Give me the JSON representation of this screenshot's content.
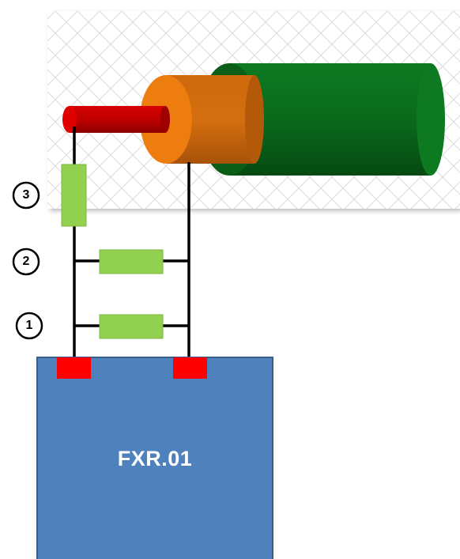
{
  "device": {
    "label": "FXR.01",
    "color": "#4f81bd"
  },
  "cable": {
    "jacket_color": "#0b6b1c",
    "shield_color": "#e87a0c",
    "conductor_color": "#c40000"
  },
  "resistor_color": "#92d050",
  "terminal_color": "#ff0000",
  "resistors": [
    {
      "id": "1",
      "label": "1"
    },
    {
      "id": "2",
      "label": "2"
    },
    {
      "id": "3",
      "label": "3"
    }
  ]
}
